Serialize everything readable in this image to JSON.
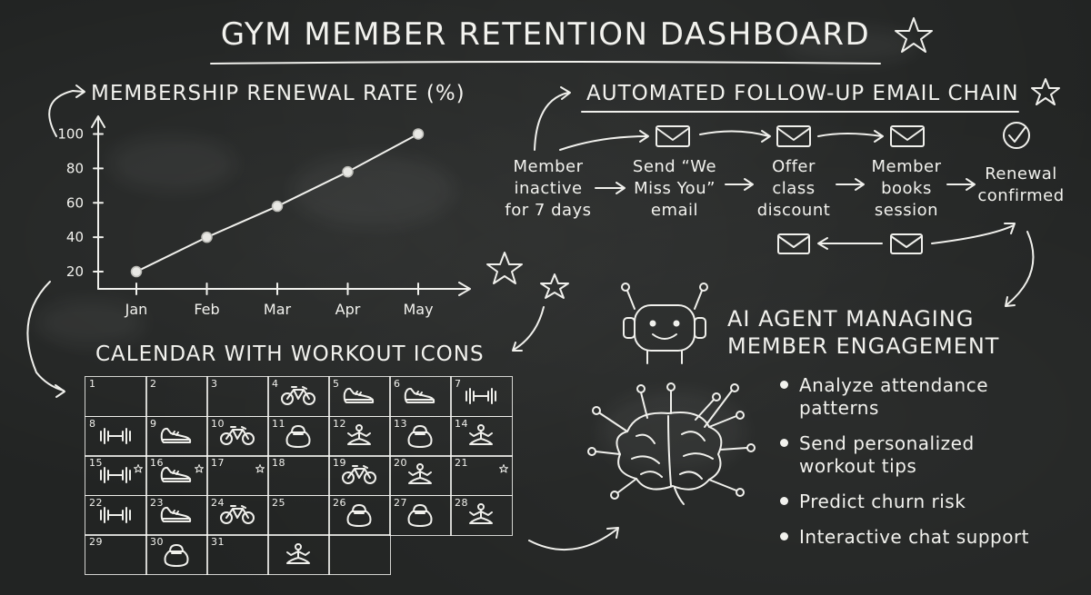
{
  "title": "GYM MEMBER RETENTION DASHBOARD",
  "renewal_section": {
    "title": "MEMBERSHIP RENEWAL RATE (%)"
  },
  "chart_data": {
    "type": "line",
    "title": "MEMBERSHIP RENEWAL RATE (%)",
    "categories": [
      "Jan",
      "Feb",
      "Mar",
      "Apr",
      "May"
    ],
    "values": [
      20,
      40,
      58,
      78,
      100
    ],
    "yticks": [
      "100",
      "80",
      "60",
      "40",
      "20"
    ],
    "ylim": [
      10,
      105
    ],
    "grid": false
  },
  "email_chain": {
    "title": "AUTOMATED FOLLOW-UP EMAIL CHAIN",
    "steps": [
      {
        "line1": "Member",
        "line2": "inactive",
        "line3": "for 7 days"
      },
      {
        "line1": "Send “We",
        "line2": "Miss You”",
        "line3": "email"
      },
      {
        "line1": "Offer",
        "line2": "class",
        "line3": "discount"
      },
      {
        "line1": "Member",
        "line2": "books",
        "line3": "session"
      },
      {
        "line1": "Renewal",
        "line2": "confirmed",
        "line3": ""
      }
    ]
  },
  "calendar": {
    "title": "CALENDAR WITH WORKOUT ICONS",
    "days": [
      {
        "n": "1",
        "icon": "",
        "star": false
      },
      {
        "n": "2",
        "icon": "",
        "star": false
      },
      {
        "n": "3",
        "icon": "",
        "star": false
      },
      {
        "n": "4",
        "icon": "bicycle-icon",
        "star": false
      },
      {
        "n": "5",
        "icon": "sneaker-icon",
        "star": false
      },
      {
        "n": "6",
        "icon": "sneaker-icon",
        "star": false
      },
      {
        "n": "7",
        "icon": "dumbbell-icon",
        "star": false
      },
      {
        "n": "8",
        "icon": "dumbbell-icon",
        "star": false
      },
      {
        "n": "9",
        "icon": "sneaker-icon",
        "star": false
      },
      {
        "n": "10",
        "icon": "bicycle-icon",
        "star": false
      },
      {
        "n": "11",
        "icon": "kettlebell-icon",
        "star": false
      },
      {
        "n": "12",
        "icon": "yoga-icon",
        "star": false
      },
      {
        "n": "13",
        "icon": "kettlebell-icon",
        "star": false
      },
      {
        "n": "14",
        "icon": "yoga-icon",
        "star": false
      },
      {
        "n": "15",
        "icon": "dumbbell-icon",
        "star": true
      },
      {
        "n": "16",
        "icon": "sneaker-icon",
        "star": true
      },
      {
        "n": "17",
        "icon": "",
        "star": true
      },
      {
        "n": "18",
        "icon": "",
        "star": false
      },
      {
        "n": "19",
        "icon": "bicycle-icon",
        "star": false
      },
      {
        "n": "20",
        "icon": "yoga-icon",
        "star": false
      },
      {
        "n": "21",
        "icon": "",
        "star": true
      },
      {
        "n": "22",
        "icon": "dumbbell-icon",
        "star": false
      },
      {
        "n": "23",
        "icon": "sneaker-icon",
        "star": false
      },
      {
        "n": "24",
        "icon": "bicycle-icon",
        "star": false
      },
      {
        "n": "25",
        "icon": "",
        "star": false
      },
      {
        "n": "26",
        "icon": "kettlebell-icon",
        "star": false
      },
      {
        "n": "27",
        "icon": "kettlebell-icon",
        "star": false
      },
      {
        "n": "28",
        "icon": "yoga-icon",
        "star": false
      },
      {
        "n": "29",
        "icon": "",
        "star": false
      },
      {
        "n": "30",
        "icon": "kettlebell-icon",
        "star": false
      },
      {
        "n": "31",
        "icon": "",
        "star": false
      },
      {
        "n": "",
        "icon": "yoga-icon",
        "star": false
      },
      {
        "n": "",
        "icon": "",
        "star": false
      }
    ]
  },
  "ai_agent": {
    "title_line1": "AI AGENT MANAGING",
    "title_line2": "MEMBER ENGAGEMENT",
    "bullets": [
      {
        "line1": "Analyze attendance",
        "line2": "patterns"
      },
      {
        "line1": "Send personalized",
        "line2": "workout tips"
      },
      {
        "line1": "Predict churn risk",
        "line2": ""
      },
      {
        "line1": "Interactive chat support",
        "line2": ""
      }
    ]
  },
  "colors": {
    "background": "#222423",
    "chalk": "#f2f2ee"
  }
}
